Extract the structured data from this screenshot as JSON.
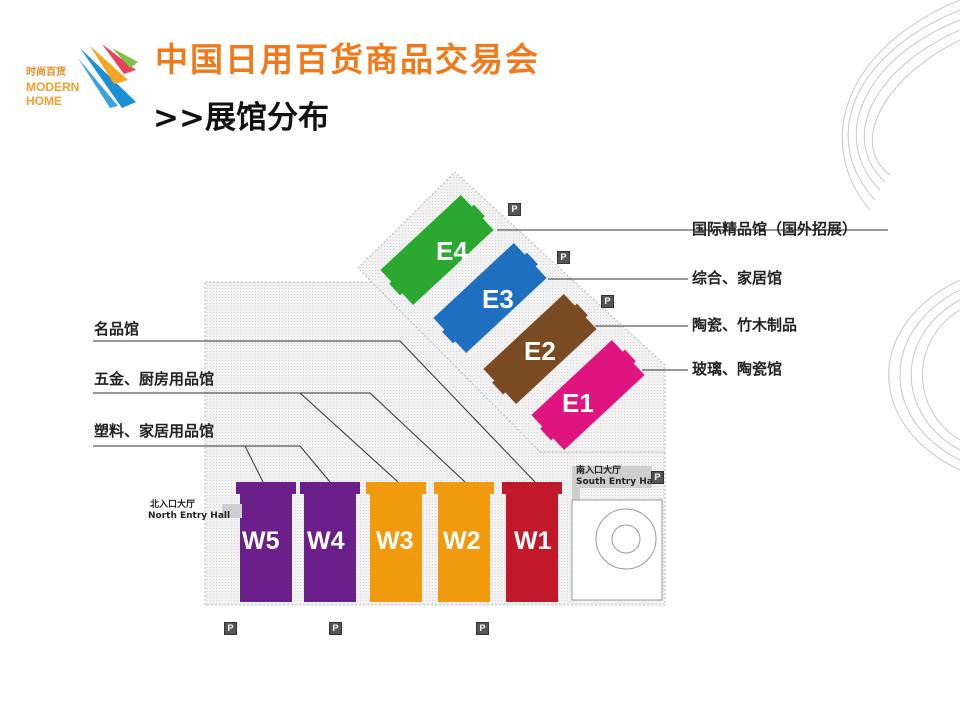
{
  "header": {
    "title": "中国日用百货商品交易会",
    "subtitle": ">>展馆分布"
  },
  "logo": {
    "cn_text": "时尚百货",
    "en_line1": "MODERN",
    "en_line2": "HOME",
    "colors": [
      "#1a8fd6",
      "#f5a623",
      "#7cc243",
      "#e8425a"
    ]
  },
  "halls": {
    "east": [
      {
        "id": "E4",
        "color": "#2aa82f"
      },
      {
        "id": "E3",
        "color": "#1e6fbf"
      },
      {
        "id": "E2",
        "color": "#7a4a22"
      },
      {
        "id": "E1",
        "color": "#e0147f"
      }
    ],
    "west": [
      {
        "id": "W5",
        "color": "#6a1f8a"
      },
      {
        "id": "W4",
        "color": "#6a1f8a"
      },
      {
        "id": "W3",
        "color": "#f29a0d"
      },
      {
        "id": "W2",
        "color": "#f29a0d"
      },
      {
        "id": "W1",
        "color": "#c1182a"
      }
    ]
  },
  "labels": {
    "e4": "国际精品馆（国外招展）",
    "e3": "综合、家居馆",
    "e2": "陶瓷、竹木制品",
    "e1": "玻璃、陶瓷馆",
    "w1": "名品馆",
    "w2w3": "五金、厨房用品馆",
    "w4w5": "塑料、家居用品馆"
  },
  "entries": {
    "south_cn": "南入口大厅",
    "south_en": "South Entry Hall",
    "north_cn": "北入口大厅",
    "north_en": "North Entry Hall"
  },
  "parking_symbol": "P",
  "icons": [
    "parking-icon",
    "decorative-arc-lines"
  ]
}
